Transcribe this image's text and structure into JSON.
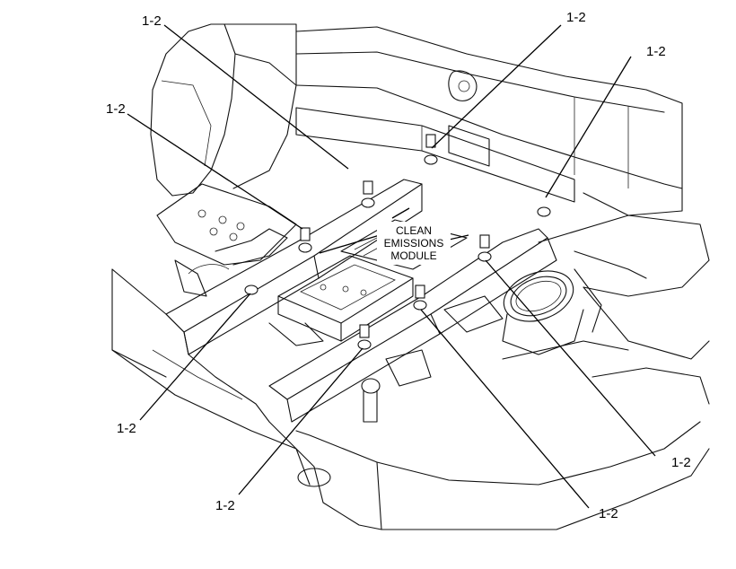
{
  "callouts": [
    {
      "label": "1-2"
    },
    {
      "label": "1-2"
    },
    {
      "label": "1-2"
    },
    {
      "label": "1-2"
    },
    {
      "label": "1-2"
    },
    {
      "label": "1-2"
    },
    {
      "label": "1-2"
    },
    {
      "label": "1-2"
    }
  ],
  "module_label": {
    "line1": "CLEAN",
    "line2": "EMISSIONS",
    "line3": "MODULE"
  }
}
